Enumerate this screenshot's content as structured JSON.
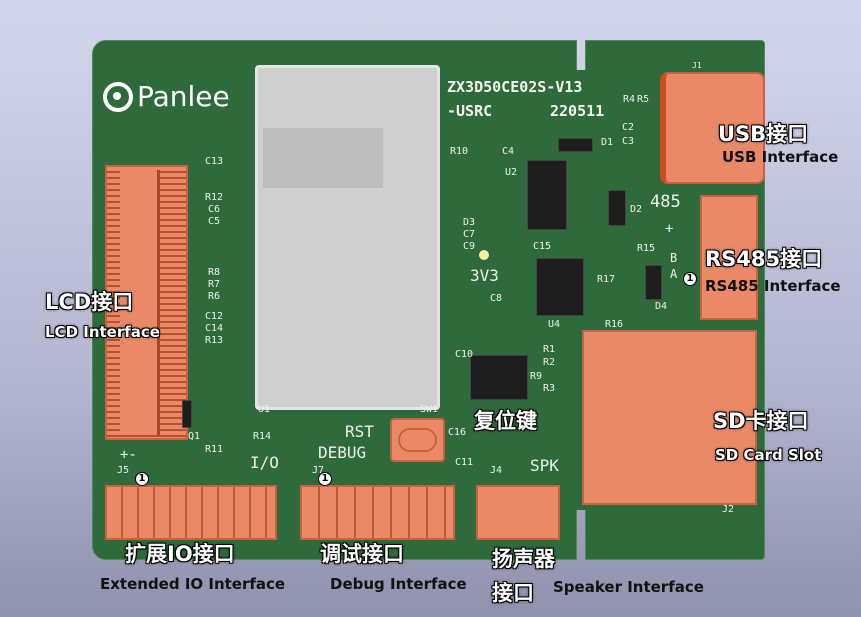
{
  "board": {
    "logo": "Panlee",
    "model_line1": "ZX3D50CE02S-V13",
    "model_line2": "-USRC",
    "date_code": "220511",
    "silkscreen": {
      "rs485": "485",
      "three_v3": "3V3",
      "rst": "RST",
      "debug": "DEBUG",
      "io": "I/O",
      "spk": "SPK",
      "plus": "+",
      "b": "B",
      "a": "A",
      "plus_minus": "+-",
      "refs": [
        "C13",
        "R12",
        "C6",
        "C5",
        "R8",
        "R7",
        "R6",
        "C12",
        "C14",
        "R13",
        "Q1",
        "R14",
        "R11",
        "U1",
        "SW1",
        "C16",
        "C11",
        "J4",
        "J5",
        "J7",
        "U2",
        "C4",
        "R10",
        "D1",
        "C2",
        "C3",
        "R4",
        "R5",
        "D3",
        "C7",
        "C9",
        "C8",
        "C15",
        "R15",
        "R17",
        "D4",
        "R16",
        "U4",
        "D2",
        "C10",
        "R1",
        "R2",
        "R3",
        "R9",
        "J2",
        "J1"
      ],
      "pin1": "1"
    }
  },
  "annotations": {
    "lcd_zh": "LCD接口",
    "lcd_en": "LCD Interface",
    "usb_zh": "USB接口",
    "usb_en": "USB Interface",
    "rs485_zh": "RS485接口",
    "rs485_en": "RS485 Interface",
    "sd_zh": "SD卡接口",
    "sd_en": "SD Card Slot",
    "reset_zh": "复位键",
    "io_zh": "扩展IO接口",
    "io_en": "Extended IO Interface",
    "debug_zh": "调试接口",
    "debug_en": "Debug Interface",
    "spk_zh_1": "扬声器",
    "spk_zh_2": "接口",
    "spk_en": "Speaker Interface"
  },
  "colors": {
    "pcb": "#2e6a3c",
    "connector": "#e98968",
    "module": "#c8c8c8"
  }
}
